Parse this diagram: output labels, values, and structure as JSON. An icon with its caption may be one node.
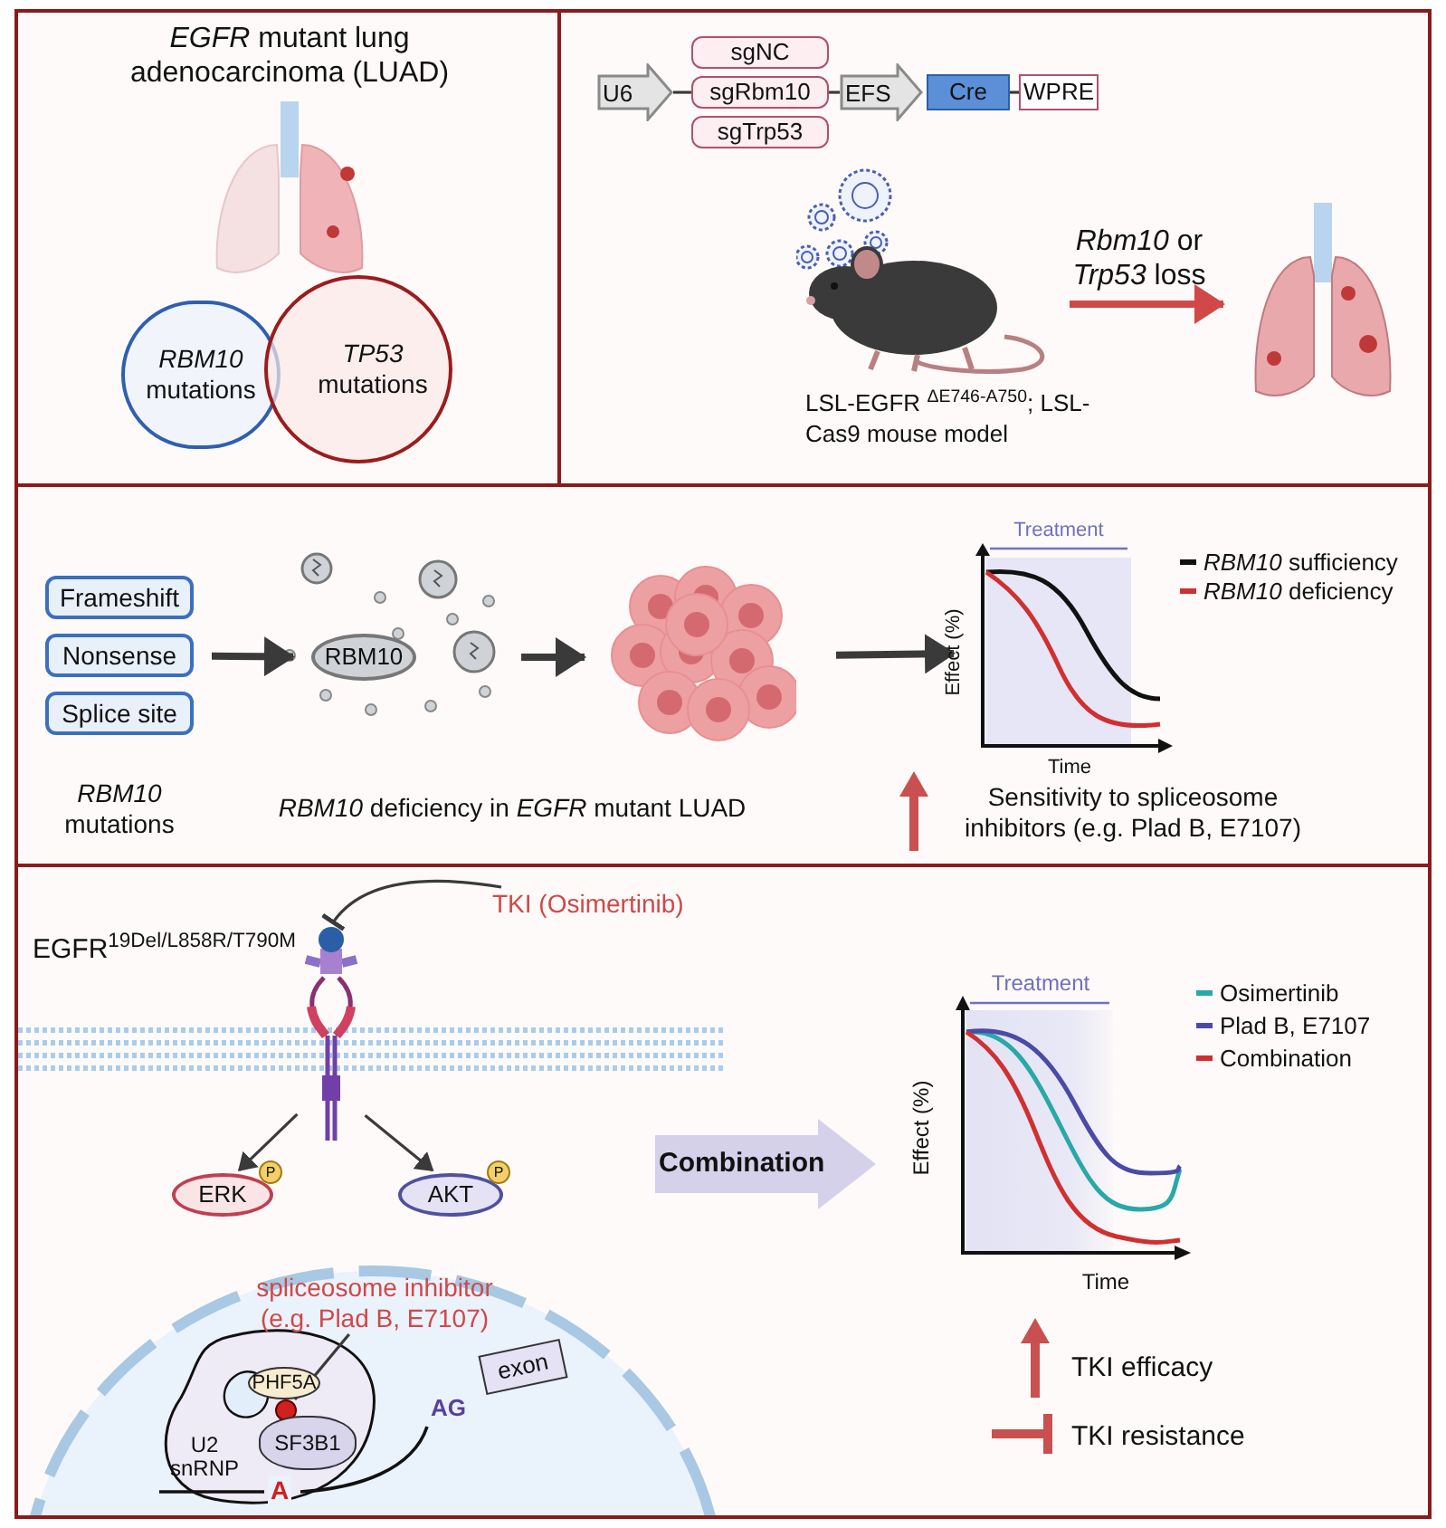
{
  "diagram": {
    "nodes": [
      {
        "text": [
          "*RBM10* mutations"
        ]
      },
      {
        "text": [
          "*TP53* mutations"
        ]
      },
      {
        "text": [
          "U6"
        ]
      },
      {
        "text": [
          "sgNC"
        ]
      },
      {
        "text": [
          "sgRbm10"
        ]
      },
      {
        "text": [
          "sgTrp53"
        ]
      },
      {
        "text": [
          "EFS"
        ]
      },
      {
        "text": [
          "Cre"
        ]
      },
      {
        "text": [
          "WPRE"
        ]
      },
      {
        "text": [],
        "shape": "picture",
        "beside": [
          "LSL-EGFR $^{ΔE746-A750}$; LSL-Cas9 mouse model"
        ]
      },
      {
        "text": [],
        "shape": "picture"
      },
      {
        "text": [
          "Frameshift"
        ]
      },
      {
        "text": [
          "Nonsense"
        ]
      },
      {
        "text": [
          "Splice site"
        ]
      },
      {
        "text": [
          "RBM10"
        ]
      },
      {
        "text": [],
        "shape": "picture"
      },
      {
        "text": [],
        "shape": "picture",
        "beside": [
          "Treatment",
          "Effect (%)",
          "Time"
        ]
      },
      {
        "text": [
          "TKI (Osimertinib)"
        ]
      },
      {
        "text": [],
        "shape": "picture",
        "beside": [
          "EGFR$^{19Del/L858R/T790M}$"
        ]
      },
      {
        "text": [
          "ERK"
        ]
      },
      {
        "text": [
          "AKT"
        ]
      },
      {
        "text": [
          "Combination"
        ]
      },
      {
        "text": [],
        "shape": "picture",
        "beside": [
          "Treatment",
          "Effect (%)",
          "Time"
        ]
      },
      {
        "text": [
          "spliceosome inhibitor (e.g. Plad B, E7107)"
        ]
      },
      {
        "text": [],
        "shape": "circle"
      },
      {
        "text": [
          "PHF5A"
        ]
      },
      {
        "text": [
          "SF3B1"
        ]
      },
      {
        "text": [
          "exon"
        ]
      }
    ],
    "edges": [
      {
        "from": 2,
        "to": 4,
        "arrow": "none"
      },
      {
        "from": 4,
        "to": 6,
        "arrow": "none"
      },
      {
        "from": 7,
        "to": 8,
        "arrow": "none"
      },
      {
        "from": 9,
        "to": 10,
        "arrow": "to",
        "label": "*Rbm10* or *Trp53* loss",
        "style": "thick",
        "color": "#d04848"
      },
      {
        "from": 12,
        "to": 14,
        "arrow": "to",
        "style": "thick"
      },
      {
        "from": 14,
        "to": 15,
        "arrow": "to",
        "style": "thick"
      },
      {
        "from": 15,
        "to": 16,
        "arrow": "to",
        "style": "thick"
      },
      {
        "from": 17,
        "to": 18,
        "arrow": "other"
      },
      {
        "from": 18,
        "to": 19,
        "arrow": "to"
      },
      {
        "from": 18,
        "to": 20,
        "arrow": "to"
      },
      {
        "from": 23,
        "to": 24,
        "arrow": "none"
      }
    ],
    "labels": [
      "*EGFR* mutant lung adenocarcinoma (LUAD)",
      "*RBM10* mutations",
      "*RBM10*  deficiency in *EGFR* mutant  LUAD",
      "Sensitivity to spliceosome inhibitors (e.g. Plad B, E7107)",
      "U2 snRNP",
      "AG",
      "A",
      "TKI efficacy",
      "TKI resistance",
      "P",
      "P"
    ],
    "legend": [
      {
        "text": "*RBM10* sufficiency",
        "color": "#111111"
      },
      {
        "text": "*RBM10* deficiency",
        "color": "#d03030"
      },
      {
        "text": "Osimertinib",
        "color": "#2aa8a8"
      },
      {
        "text": "Plad B, E7107",
        "color": "#4a4aa8"
      },
      {
        "text": "Combination",
        "color": "#d03030"
      }
    ]
  }
}
